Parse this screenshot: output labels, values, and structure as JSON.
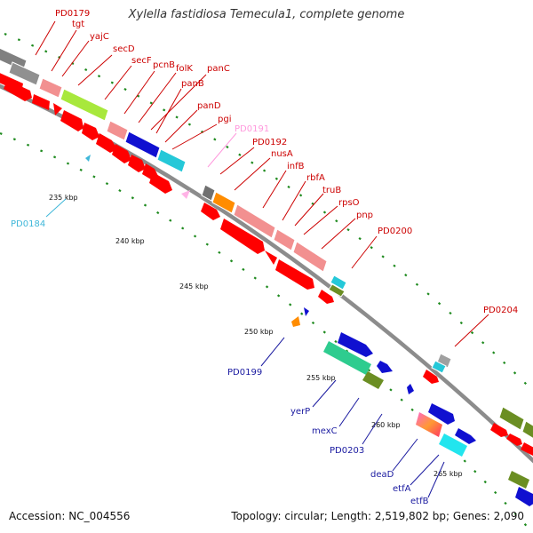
{
  "title": "Xylella fastidiosa Temecula1, complete genome",
  "footer": {
    "accession": "Accession: NC_004556",
    "summary": "Topology: circular; Length: 2,519,802 bp; Genes: 2,090"
  },
  "colors": {
    "backbone": "#888888",
    "cds": "#ff0000",
    "gene": "#f29090",
    "tick": "#1e7a1e",
    "label_red": "#cc0000",
    "label_pink": "#ff99dd",
    "label_cyan": "#3fb7d9",
    "label_blue": "#1a1aa0"
  },
  "ticks": [
    {
      "label": "235 kbp"
    },
    {
      "label": "240 kbp"
    },
    {
      "label": "245 kbp"
    },
    {
      "label": "250 kbp"
    },
    {
      "label": "255 kbp"
    },
    {
      "label": "260 kbp"
    },
    {
      "label": "265 kbp"
    }
  ],
  "gene_labels": [
    {
      "text": "PD0179",
      "color": "red"
    },
    {
      "text": "tgt",
      "color": "red"
    },
    {
      "text": "yajC",
      "color": "red"
    },
    {
      "text": "secD",
      "color": "red"
    },
    {
      "text": "secF",
      "color": "red"
    },
    {
      "text": "pcnB",
      "color": "red"
    },
    {
      "text": "folK",
      "color": "red"
    },
    {
      "text": "panC",
      "color": "red"
    },
    {
      "text": "panB",
      "color": "red"
    },
    {
      "text": "panD",
      "color": "red"
    },
    {
      "text": "pgi",
      "color": "red"
    },
    {
      "text": "PD0191",
      "color": "pink"
    },
    {
      "text": "PD0192",
      "color": "red"
    },
    {
      "text": "nusA",
      "color": "red"
    },
    {
      "text": "infB",
      "color": "red"
    },
    {
      "text": "rbfA",
      "color": "red"
    },
    {
      "text": "truB",
      "color": "red"
    },
    {
      "text": "rpsO",
      "color": "red"
    },
    {
      "text": "pnp",
      "color": "red"
    },
    {
      "text": "PD0200",
      "color": "red"
    },
    {
      "text": "PD0204",
      "color": "red"
    },
    {
      "text": "PD0184",
      "color": "cyan"
    },
    {
      "text": "PD0199",
      "color": "blue"
    },
    {
      "text": "yerP",
      "color": "blue"
    },
    {
      "text": "mexC",
      "color": "blue"
    },
    {
      "text": "PD0203",
      "color": "blue"
    },
    {
      "text": "deaD",
      "color": "blue"
    },
    {
      "text": "etfA",
      "color": "blue"
    },
    {
      "text": "etfB",
      "color": "blue"
    }
  ]
}
